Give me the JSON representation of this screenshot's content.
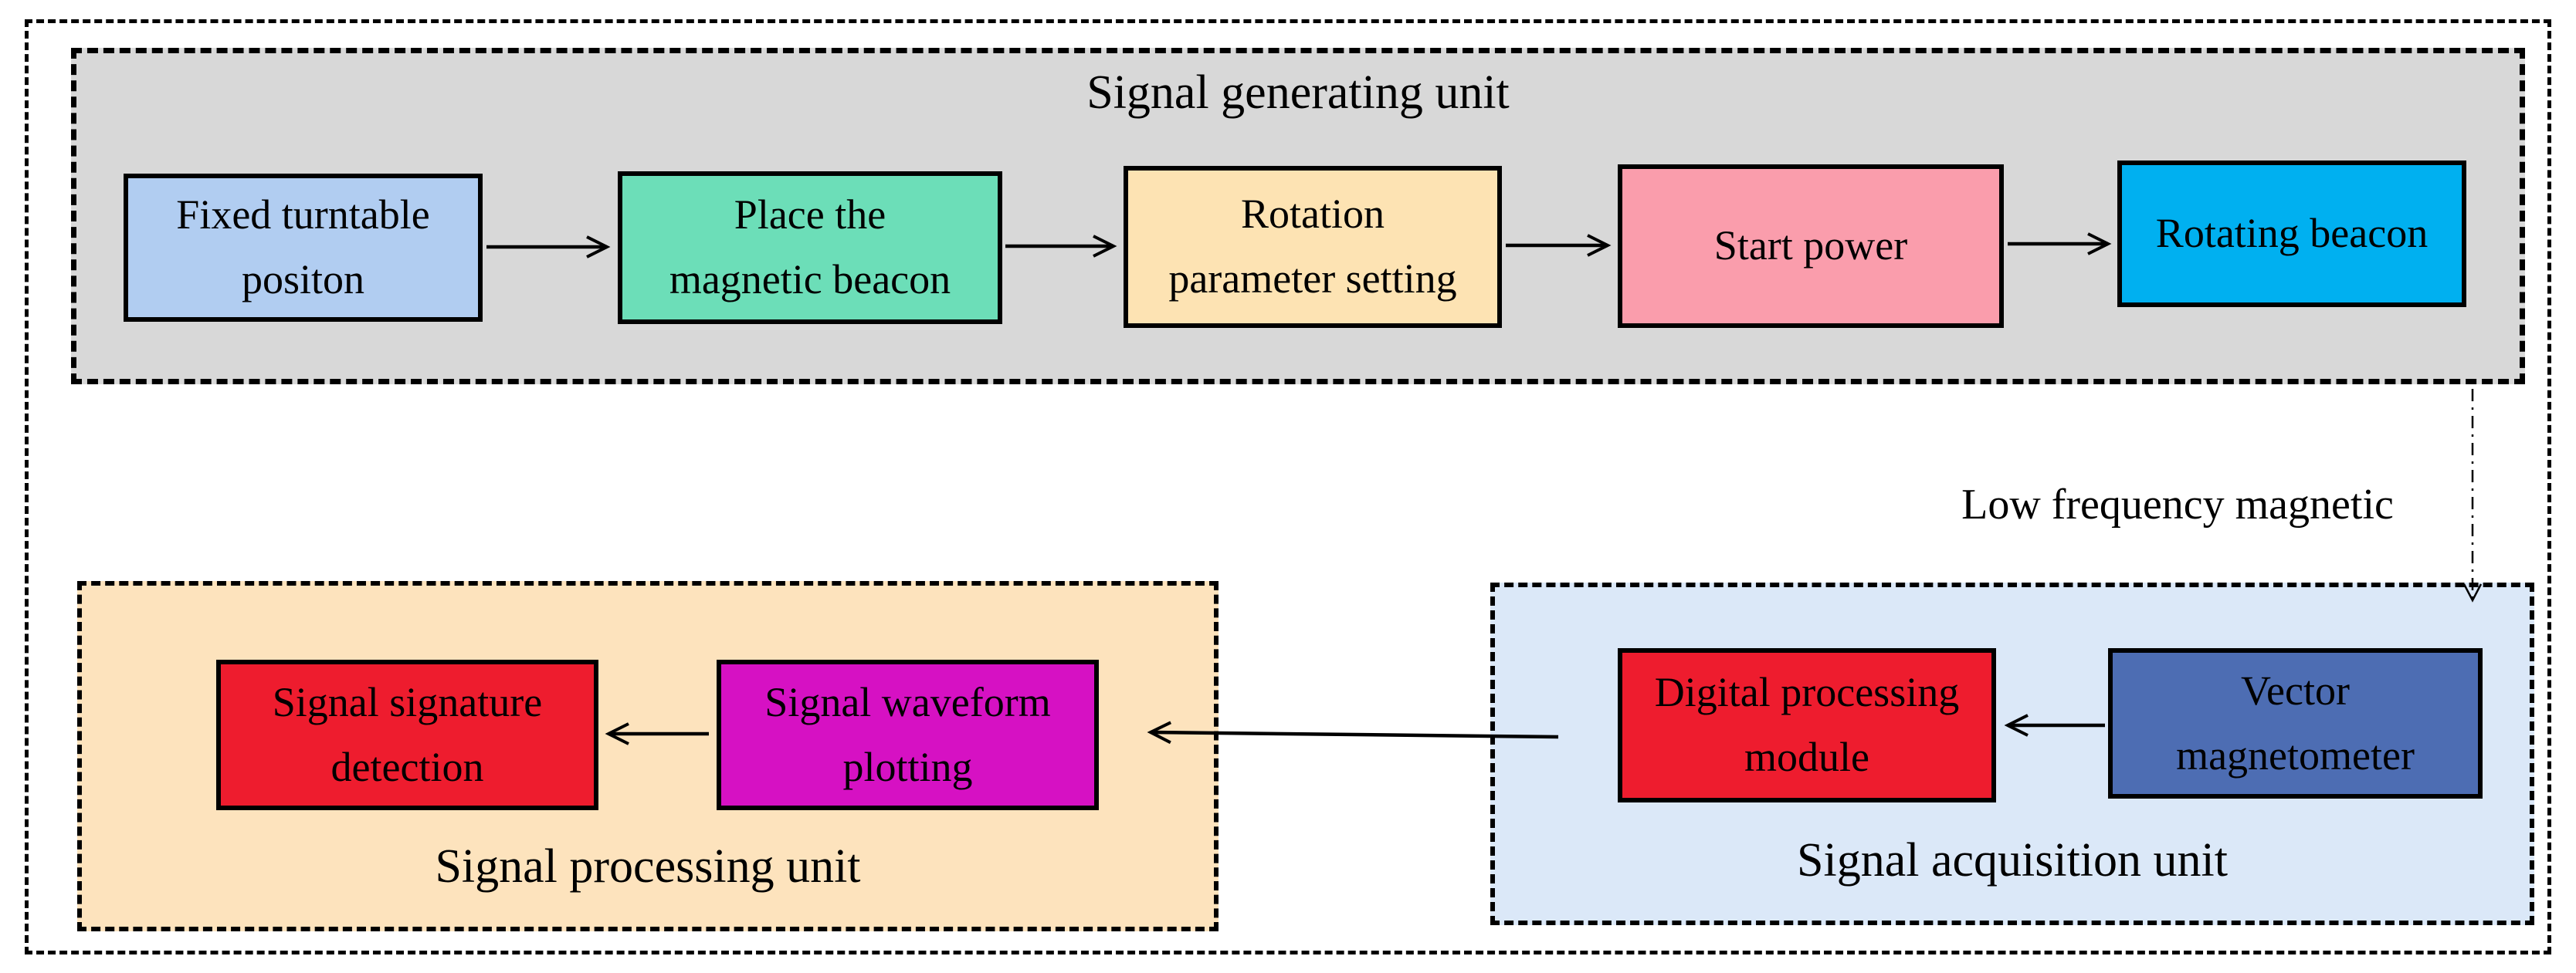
{
  "units": {
    "generating": {
      "title": "Signal generating unit",
      "bg": "#d8d8d8",
      "boxes": [
        {
          "label": "Fixed turntable\npositon",
          "bg": "#b1cdf1"
        },
        {
          "label": "Place the\nmagnetic beacon",
          "bg": "#6cdeb8"
        },
        {
          "label": "Rotation\nparameter setting",
          "bg": "#fde3b3"
        },
        {
          "label": "Start power",
          "bg": "#fa9dac"
        },
        {
          "label": "Rotating beacon",
          "bg": "#00b0f0"
        }
      ]
    },
    "acquisition": {
      "title": "Signal acquisition unit",
      "bg": "#dbe8f8",
      "boxes": [
        {
          "label": "Digital processing\nmodule",
          "bg": "#ee1c2e"
        },
        {
          "label": "Vector\nmagnetometer",
          "bg": "#4d6db3"
        }
      ]
    },
    "processing": {
      "title": "Signal processing unit",
      "bg": "#fde3bd",
      "boxes": [
        {
          "label": "Signal signature\ndetection",
          "bg": "#ee1c2e"
        },
        {
          "label": "Signal waveform\nplotting",
          "bg": "#d611c3"
        }
      ]
    }
  },
  "annotations": {
    "flow_label": "Low frequency magnetic"
  },
  "colors": {
    "outline": "#000000",
    "page_background": "#ffffff"
  }
}
